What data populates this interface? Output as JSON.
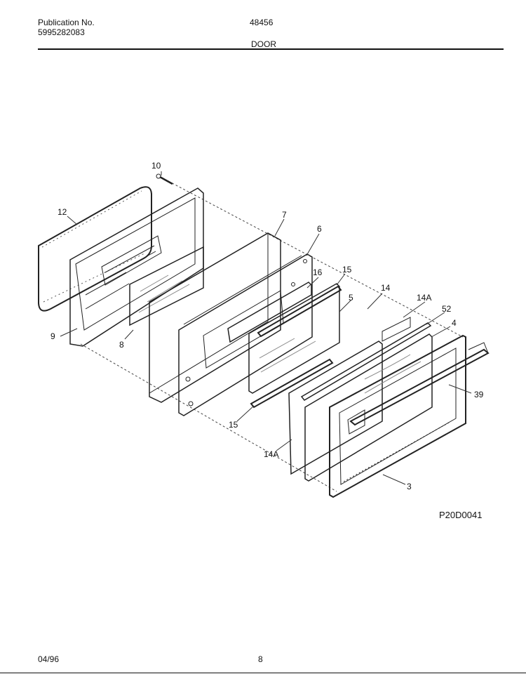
{
  "header": {
    "publication_label": "Publication No.",
    "publication_number": "5995282083",
    "model": "48456",
    "section_title": "DOOR"
  },
  "diagram": {
    "callouts": [
      "10",
      "12",
      "7",
      "6",
      "16",
      "15",
      "14",
      "5",
      "14A",
      "52",
      "4",
      "9",
      "8",
      "39",
      "15",
      "14A",
      "3"
    ],
    "drawing_code": "P20D0041"
  },
  "footer": {
    "date": "04/96",
    "page_number": "8"
  }
}
